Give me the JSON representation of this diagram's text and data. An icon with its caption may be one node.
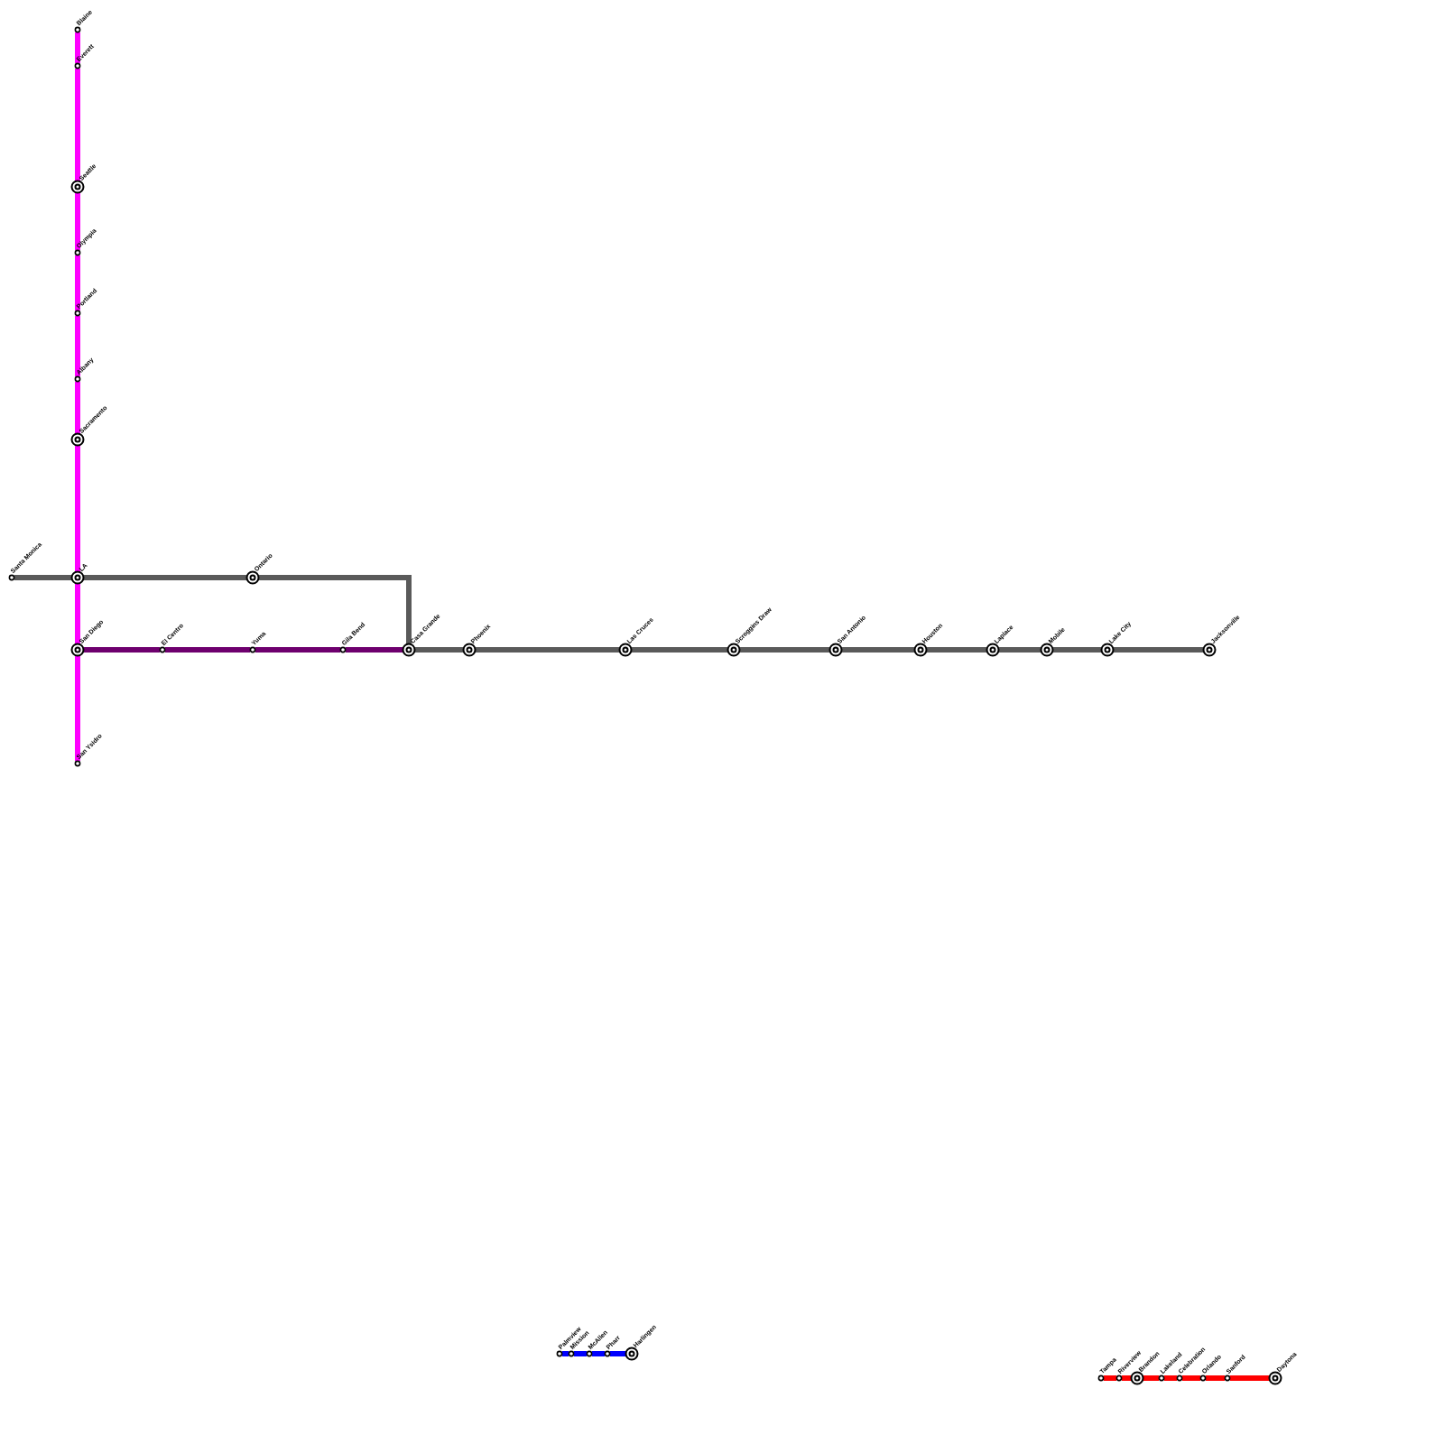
{
  "diagram": {
    "nodes": [
      {
        "text": [
          "Blaine"
        ]
      },
      {
        "text": [
          "Everett"
        ]
      },
      {
        "text": [
          "Seattle"
        ]
      },
      {
        "text": [
          "Olympia"
        ]
      },
      {
        "text": [
          "Portland"
        ]
      },
      {
        "text": [
          "Albany"
        ]
      },
      {
        "text": [
          "Sacramento"
        ]
      },
      {
        "text": [
          "LA"
        ]
      },
      {
        "text": [
          "San Diego"
        ]
      },
      {
        "text": [
          "San Ysidro"
        ]
      },
      {
        "text": [
          "Santa Monica"
        ]
      },
      {
        "text": [
          "Ontario"
        ]
      },
      {
        "text": [
          "Casa Grande"
        ]
      },
      {
        "text": [
          "Phoenix"
        ]
      },
      {
        "text": [
          "Las Cruces"
        ]
      },
      {
        "text": [
          "Scroggins Draw"
        ]
      },
      {
        "text": [
          "San Antonio"
        ]
      },
      {
        "text": [
          "Houston"
        ]
      },
      {
        "text": [
          "Laplace"
        ]
      },
      {
        "text": [
          "Mobile"
        ]
      },
      {
        "text": [
          "Lake City"
        ]
      },
      {
        "text": [
          "Jacksonville"
        ]
      },
      {
        "text": [
          "El Centro"
        ]
      },
      {
        "text": [
          "Yuma"
        ]
      },
      {
        "text": [
          "Gila Bend"
        ]
      },
      {
        "text": [
          "Palmview"
        ]
      },
      {
        "text": [
          "Mission"
        ]
      },
      {
        "text": [
          "McAllen"
        ]
      },
      {
        "text": [
          "Pharr"
        ]
      },
      {
        "text": [
          "Harlingen"
        ]
      },
      {
        "text": [
          "Tampa"
        ]
      },
      {
        "text": [
          "Riverview"
        ]
      },
      {
        "text": [
          "Brandon"
        ]
      },
      {
        "text": [
          "Lakeland"
        ]
      },
      {
        "text": [
          "Celebration"
        ]
      },
      {
        "text": [
          "Orlando"
        ]
      },
      {
        "text": [
          "Sanford"
        ]
      },
      {
        "text": [
          "Daytona"
        ]
      }
    ],
    "edges": [
      {
        "from": 0,
        "to": 1,
        "arrow": "none",
        "color": "#ff00ff"
      },
      {
        "from": 1,
        "to": 2,
        "arrow": "none",
        "color": "#ff00ff"
      },
      {
        "from": 2,
        "to": 3,
        "arrow": "none",
        "color": "#ff00ff"
      },
      {
        "from": 3,
        "to": 4,
        "arrow": "none",
        "color": "#ff00ff"
      },
      {
        "from": 4,
        "to": 5,
        "arrow": "none",
        "color": "#ff00ff"
      },
      {
        "from": 5,
        "to": 6,
        "arrow": "none",
        "color": "#ff00ff"
      },
      {
        "from": 6,
        "to": 7,
        "arrow": "none",
        "color": "#ff00ff"
      },
      {
        "from": 7,
        "to": 8,
        "arrow": "none",
        "color": "#ff00ff"
      },
      {
        "from": 8,
        "to": 9,
        "arrow": "none",
        "color": "#ff00ff"
      },
      {
        "from": 10,
        "to": 7,
        "arrow": "none"
      },
      {
        "from": 7,
        "to": 11,
        "arrow": "none"
      },
      {
        "from": 11,
        "to": 12,
        "arrow": "none"
      },
      {
        "from": 12,
        "to": 13,
        "arrow": "none"
      },
      {
        "from": 13,
        "to": 14,
        "arrow": "none"
      },
      {
        "from": 14,
        "to": 15,
        "arrow": "none"
      },
      {
        "from": 15,
        "to": 16,
        "arrow": "none"
      },
      {
        "from": 16,
        "to": 17,
        "arrow": "none"
      },
      {
        "from": 17,
        "to": 18,
        "arrow": "none"
      },
      {
        "from": 18,
        "to": 19,
        "arrow": "none"
      },
      {
        "from": 19,
        "to": 20,
        "arrow": "none"
      },
      {
        "from": 20,
        "to": 21,
        "arrow": "none"
      },
      {
        "from": 8,
        "to": 22,
        "arrow": "none",
        "color": "#6e006e"
      },
      {
        "from": 22,
        "to": 23,
        "arrow": "none",
        "color": "#6e006e"
      },
      {
        "from": 23,
        "to": 24,
        "arrow": "none",
        "color": "#6e006e"
      },
      {
        "from": 24,
        "to": 12,
        "arrow": "none",
        "color": "#6e006e"
      },
      {
        "from": 25,
        "to": 26,
        "arrow": "none",
        "color": "#0000ff"
      },
      {
        "from": 26,
        "to": 27,
        "arrow": "none",
        "color": "#0000ff"
      },
      {
        "from": 27,
        "to": 28,
        "arrow": "none",
        "color": "#0000ff"
      },
      {
        "from": 28,
        "to": 29,
        "arrow": "none",
        "color": "#0000ff"
      },
      {
        "from": 30,
        "to": 31,
        "arrow": "none",
        "color": "#ff0000"
      },
      {
        "from": 31,
        "to": 32,
        "arrow": "none",
        "color": "#ff0000"
      },
      {
        "from": 32,
        "to": 33,
        "arrow": "none",
        "color": "#ff0000"
      },
      {
        "from": 33,
        "to": 34,
        "arrow": "none",
        "color": "#ff0000"
      },
      {
        "from": 34,
        "to": 35,
        "arrow": "none",
        "color": "#ff0000"
      },
      {
        "from": 35,
        "to": 36,
        "arrow": "none",
        "color": "#ff0000"
      },
      {
        "from": 36,
        "to": 37,
        "arrow": "none",
        "color": "#ff0000"
      }
    ]
  }
}
